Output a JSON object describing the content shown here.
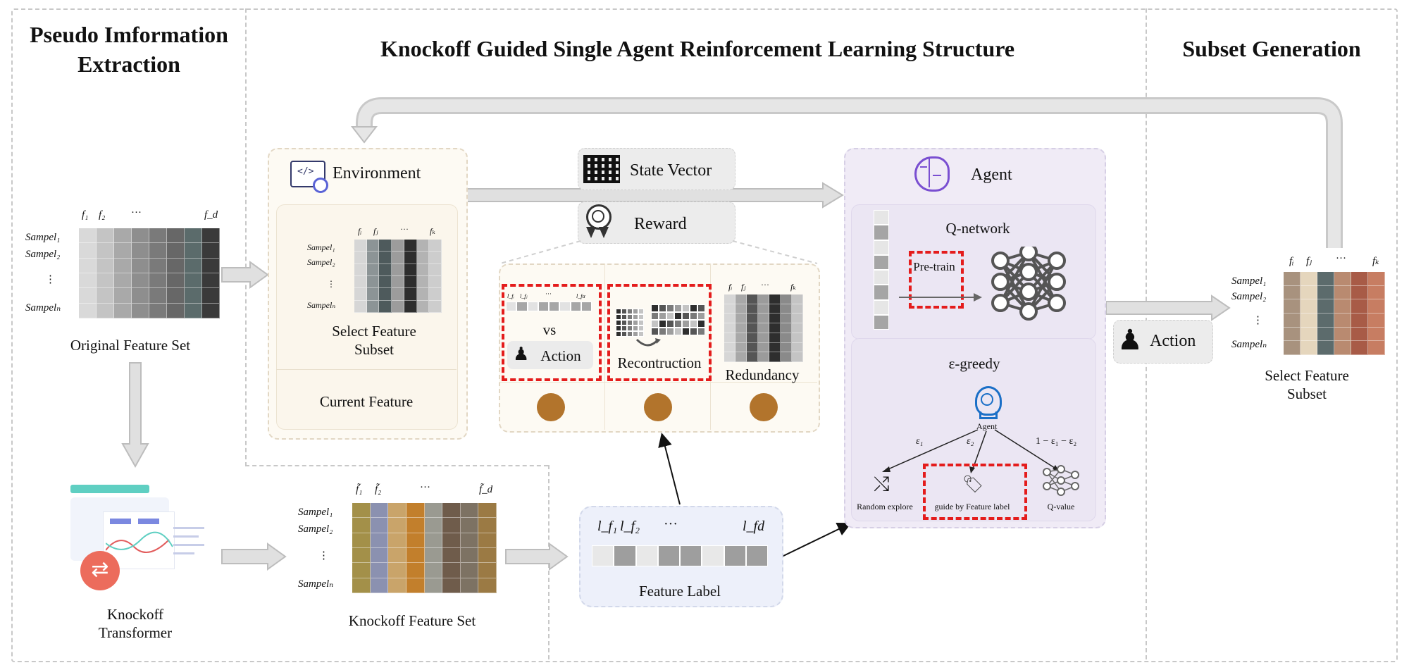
{
  "sections": {
    "left_title": "Pseudo Imformation Extraction",
    "center_title": "Knockoff Guided Single Agent Reinforcement Learning Structure",
    "right_title": "Subset Generation"
  },
  "original_set": {
    "headers": [
      "f₁",
      "f₂",
      "···",
      "f_d"
    ],
    "rows": [
      "Sampel₁",
      "Sampel₂",
      "⋮",
      "Sampelₙ"
    ],
    "caption": "Original Feature Set",
    "colors": [
      "#d9d9d9",
      "#c4c4c4",
      "#a9a9a9",
      "#8e8e8e",
      "#7a7a7a",
      "#676767",
      "#5b6b6b",
      "#3a3a3a"
    ]
  },
  "knockoff_transformer": {
    "caption": "Knockoff Transformer"
  },
  "knockoff_set": {
    "headers": [
      "f̃₁",
      "f̃₂",
      "···",
      "f̃_d"
    ],
    "rows": [
      "Sampel₁",
      "Sampel₂",
      "⋮",
      "Sampelₙ"
    ],
    "caption": "Knockoff Feature Set",
    "colors": [
      "#a39049",
      "#8b91b0",
      "#c9a46a",
      "#c27f2c",
      "#9a9a91",
      "#6f5c4b",
      "#7d7263",
      "#9b7a44"
    ]
  },
  "environment": {
    "title": "Environment",
    "headers": [
      "fᵢ",
      "fⱼ",
      "···",
      "fₖ"
    ],
    "rows": [
      "Sampel₁",
      "Sampel₂",
      "⋮",
      "Sampelₙ"
    ],
    "subset_caption": "Select Feature Subset",
    "current": "Current Feature",
    "colors": [
      "#d6d6d6",
      "#8c9496",
      "#4e5a5c",
      "#9c9c9c",
      "#2e2e2e",
      "#b3b3b3",
      "#cdcdcd"
    ]
  },
  "state_vector": "State Vector",
  "reward": {
    "title": "Reward",
    "vs": "vs",
    "action": "Action",
    "reconstruction": "Recontruction",
    "redundancy": "Redundancy",
    "label_headers": [
      "l_fᵢ",
      "l_fⱼ",
      "···",
      "l_fα"
    ],
    "redundancy_headers": [
      "fᵢ",
      "fⱼ",
      "···",
      "fₖ"
    ]
  },
  "feature_label": {
    "headers": [
      "l_f₁",
      "l_f₂",
      "···",
      "l_fd"
    ],
    "caption": "Feature Label"
  },
  "agent": {
    "title": "Agent",
    "qnetwork": "Q-network",
    "pretrain": "Pre-train",
    "greedy": "ε-greedy",
    "center_label": "Agent",
    "e1": "ε₁",
    "e2": "ε₂",
    "e3": "1 − ε₁ − ε₂",
    "opt1": "Random explore",
    "opt2": "guide by Feature label",
    "opt3": "Q-value"
  },
  "action_box": "Action",
  "output_set": {
    "headers": [
      "fᵢ",
      "fⱼ",
      "···",
      "fₖ"
    ],
    "rows": [
      "Sampel₁",
      "Sampel₂",
      "⋮",
      "Sampelₙ"
    ],
    "caption": "Select Feature Subset",
    "colors": [
      "#a8927e",
      "#e5d6bd",
      "#5c6b6c",
      "#b98a70",
      "#a85b47",
      "#c77d62"
    ]
  }
}
